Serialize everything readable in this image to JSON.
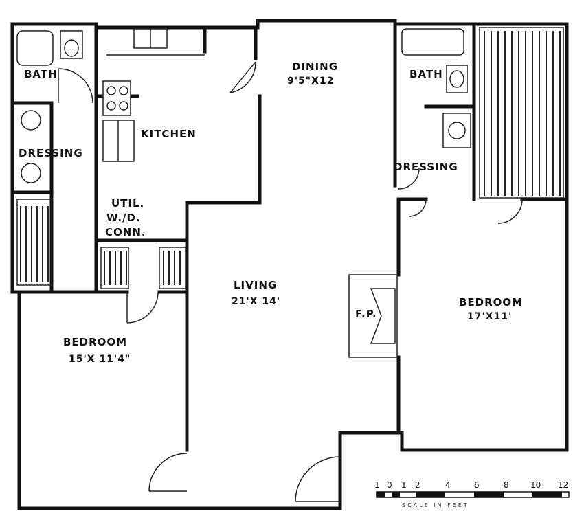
{
  "rooms": {
    "bath_left": {
      "label": "BATH"
    },
    "dressing_left": {
      "label": "DRESSING"
    },
    "kitchen": {
      "label": "KITCHEN"
    },
    "dining": {
      "label": "DINING",
      "dim": "9'5\"X12"
    },
    "bath_right": {
      "label": "BATH"
    },
    "dressing_right": {
      "label": "DRESSING"
    },
    "utility": {
      "line1": "UTIL.",
      "line2": "W./D.",
      "line3": "CONN."
    },
    "living": {
      "label": "LIVING",
      "dim": "21'X 14'"
    },
    "fireplace": {
      "label": "F.P."
    },
    "bedroom_right": {
      "label": "BEDROOM",
      "dim": "17'X11'"
    },
    "bedroom_left": {
      "label": "BEDROOM",
      "dim": "15'X 11'4\""
    }
  },
  "scale": {
    "ticks": [
      "1",
      "0",
      "1",
      "2",
      "4",
      "6",
      "8",
      "10",
      "12"
    ],
    "caption": "SCALE IN FEET"
  }
}
